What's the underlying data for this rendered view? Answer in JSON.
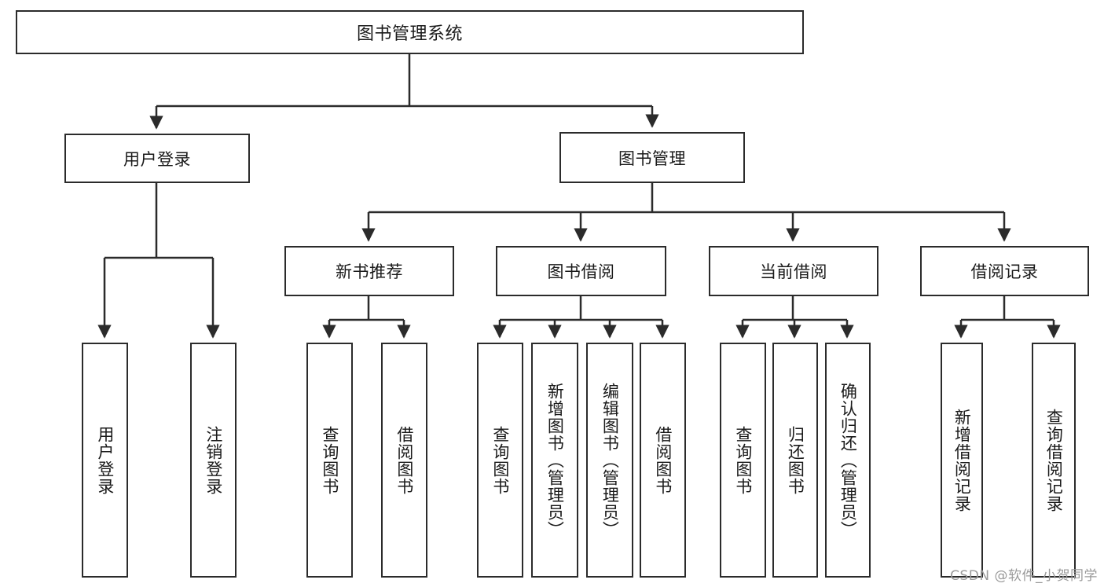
{
  "diagram": {
    "title": "图书管理系统",
    "type": "hierarchy-tree",
    "orientation": "top-down",
    "colors": {
      "box_border": "#2b2b2b",
      "box_fill": "#ffffff",
      "connector": "#2b2b2b",
      "text": "#1a1a1a",
      "watermark": "#9a9a9a"
    },
    "root": {
      "label": "图书管理系统"
    },
    "level2": [
      {
        "label": "用户登录"
      },
      {
        "label": "图书管理"
      }
    ],
    "level3": [
      {
        "label": "新书推荐"
      },
      {
        "label": "图书借阅"
      },
      {
        "label": "当前借阅"
      },
      {
        "label": "借阅记录"
      }
    ],
    "leaves": {
      "user_login": [
        {
          "label": "用户登录"
        },
        {
          "label": "注销登录"
        }
      ],
      "new_book_recommend": [
        {
          "label": "查询图书"
        },
        {
          "label": "借阅图书"
        }
      ],
      "book_borrow": [
        {
          "label": "查询图书"
        },
        {
          "label": "新增图书（管理员）"
        },
        {
          "label": "编辑图书（管理员）"
        },
        {
          "label": "借阅图书"
        }
      ],
      "current_borrow": [
        {
          "label": "查询图书"
        },
        {
          "label": "归还图书"
        },
        {
          "label": "确认归还（管理员）"
        }
      ],
      "borrow_record": [
        {
          "label": "新增借阅记录"
        },
        {
          "label": "查询借阅记录"
        }
      ]
    }
  },
  "watermark": {
    "text": "CSDN @软件_小贺同学"
  }
}
